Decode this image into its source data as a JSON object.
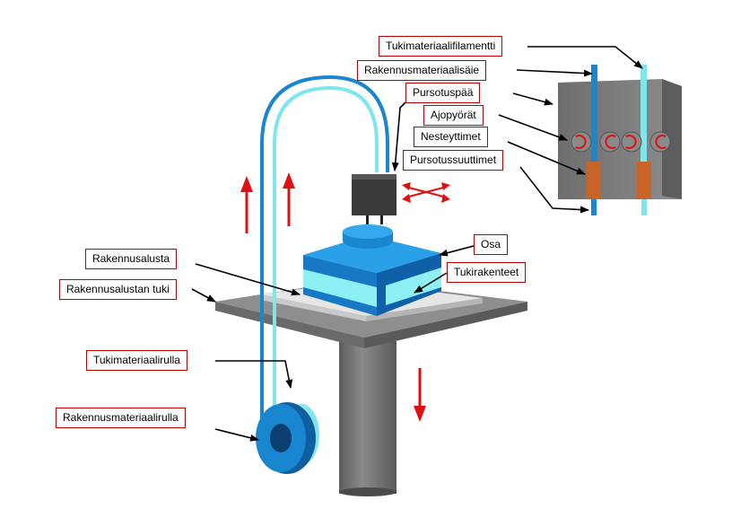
{
  "labels": {
    "support_filament": "Tukimateriaalifilamentti",
    "build_filament": "Rakennusmateriaalisäie",
    "extrusion_head": "Pursotuspää",
    "drive_wheels": "Ajopyörät",
    "liquefiers": "Nesteyttimet",
    "extrusion_nozzles": "Pursotussuuttimet",
    "part": "Osa",
    "support_structures": "Tukirakenteet",
    "build_platform": "Rakennusalusta",
    "build_platform_support": "Rakennusalustan tuki",
    "support_spool": "Tukimateriaalirulla",
    "build_spool": "Rakennusmateriaalirulla"
  },
  "colors": {
    "label_border": "#c00000",
    "build_material": "#1a86d0",
    "support_material": "#7fe6ee",
    "arrow_red": "#e01010",
    "machine_gray": "#7a7a7a"
  }
}
